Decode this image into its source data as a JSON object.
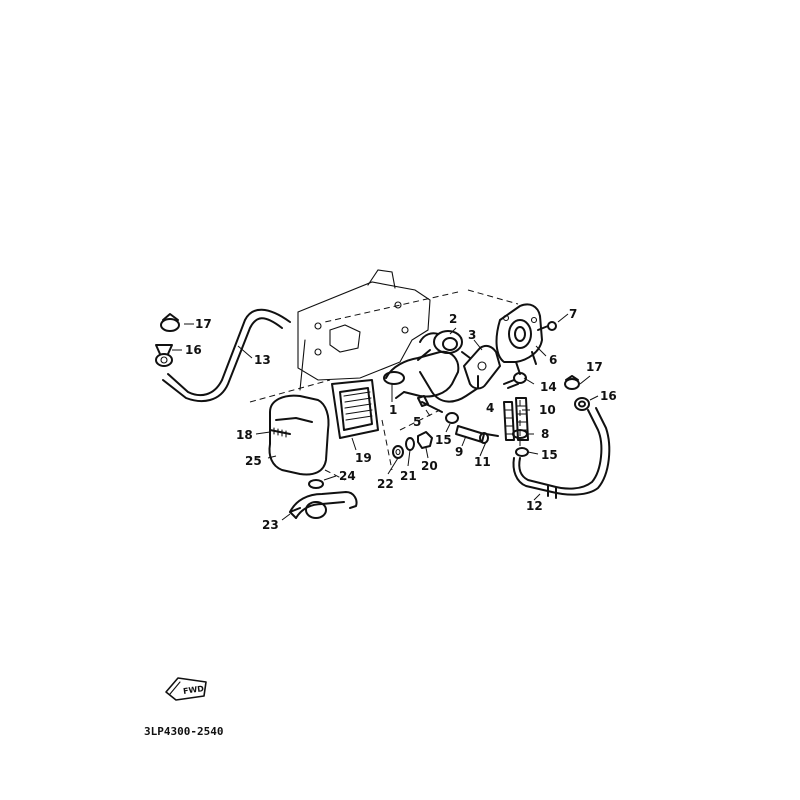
{
  "diagram": {
    "callouts": {
      "c1": "1",
      "c2": "2",
      "c3": "3",
      "c4": "4",
      "c5": "5",
      "c6": "6",
      "c7": "7",
      "c8": "8",
      "c9": "9",
      "c10": "10",
      "c11": "11",
      "c12": "12",
      "c13": "13",
      "c14": "14",
      "c15a": "15",
      "c15b": "15",
      "c16a": "16",
      "c16b": "16",
      "c17a": "17",
      "c17b": "17",
      "c18": "18",
      "c19": "19",
      "c20": "20",
      "c21": "21",
      "c22": "22",
      "c23": "23",
      "c24": "24",
      "c25": "25"
    },
    "fwd_label": "FWD",
    "drawing_code": "3LP4300-2540"
  }
}
